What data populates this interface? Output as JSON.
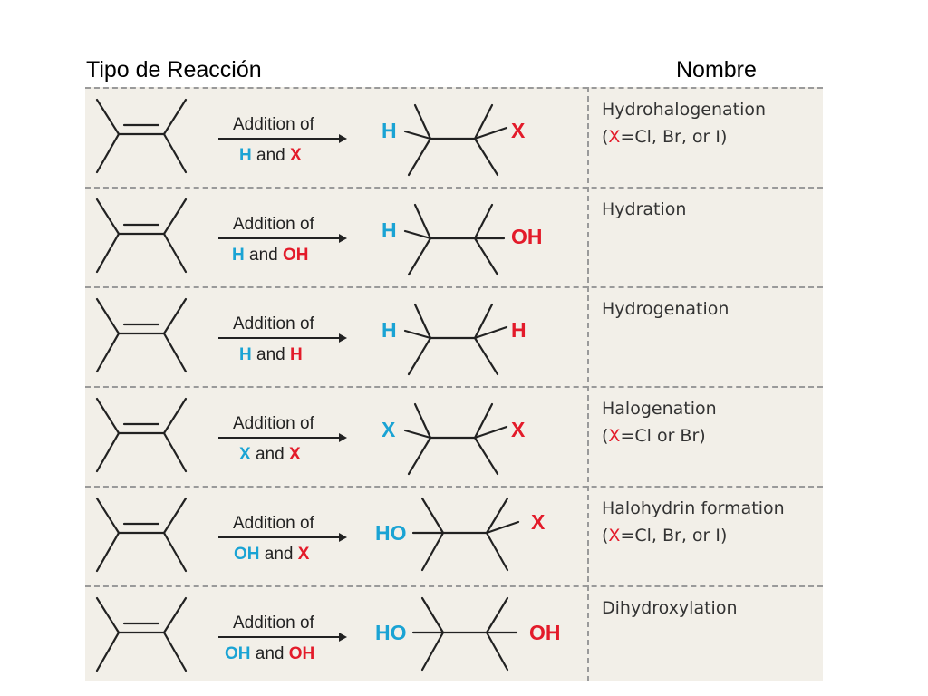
{
  "header": {
    "left": "Tipo de Reacción",
    "right": "Nombre"
  },
  "colors": {
    "cyan": "#1aa3d4",
    "red": "#e31b2a",
    "black": "#222222",
    "panel": "#f2efe8"
  },
  "rows": [
    {
      "addition_label": "Addition of",
      "group_a": "H",
      "connector": "and",
      "group_b": "X",
      "product_left": "H",
      "product_right": "X",
      "name_line1": "Hydrohalogenation",
      "name_line2_pre": "(",
      "name_line2_x": "X",
      "name_line2_post": "=Cl, Br, or I)"
    },
    {
      "addition_label": "Addition of",
      "group_a": "H",
      "connector": "and",
      "group_b": "OH",
      "product_left": "H",
      "product_right": "OH",
      "name_line1": "Hydration",
      "name_line2_pre": "",
      "name_line2_x": "",
      "name_line2_post": ""
    },
    {
      "addition_label": "Addition of",
      "group_a": "H",
      "connector": "and",
      "group_b": "H",
      "product_left": "H",
      "product_right": "H",
      "name_line1": "Hydrogenation",
      "name_line2_pre": "",
      "name_line2_x": "",
      "name_line2_post": ""
    },
    {
      "addition_label": "Addition of",
      "group_a": "X",
      "connector": "and",
      "group_b": "X",
      "product_left": "X",
      "product_right": "X",
      "name_line1": "Halogenation",
      "name_line2_pre": "(",
      "name_line2_x": "X",
      "name_line2_post": "=Cl or Br)"
    },
    {
      "addition_label": "Addition of",
      "group_a": "OH",
      "connector": "and",
      "group_b": "X",
      "product_left": "HO",
      "product_right": "X",
      "name_line1": "Halohydrin formation",
      "name_line2_pre": "(",
      "name_line2_x": "X",
      "name_line2_post": "=Cl, Br, or I)"
    },
    {
      "addition_label": "Addition of",
      "group_a": "OH",
      "connector": "and",
      "group_b": "OH",
      "product_left": "HO",
      "product_right": "OH",
      "name_line1": "Dihydroxylation",
      "name_line2_pre": "",
      "name_line2_x": "",
      "name_line2_post": ""
    }
  ]
}
